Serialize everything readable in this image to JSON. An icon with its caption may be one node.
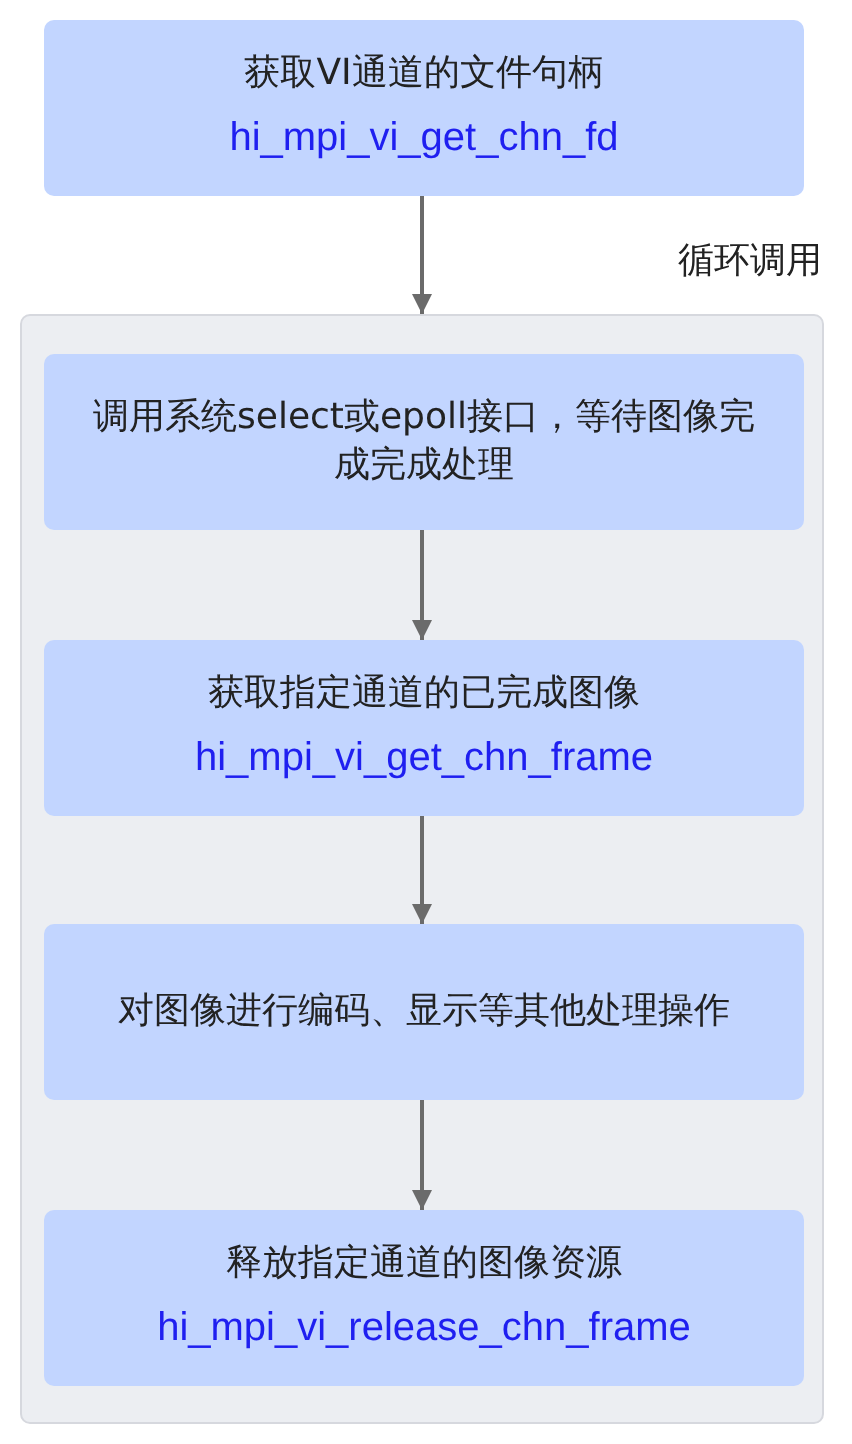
{
  "diagram": {
    "nodes": [
      {
        "text": [
          "获取VI通道的文件句柄",
          "hi_mpi_vi_get_chn_fd"
        ]
      },
      {
        "text": [
          "循环调用"
        ]
      },
      {
        "text": [
          "调用系统select或epoll接口，等待图像完成完成处理"
        ],
        "in": 1
      },
      {
        "text": [
          "获取指定通道的已完成图像",
          "hi_mpi_vi_get_chn_frame"
        ],
        "in": 1
      },
      {
        "text": [
          "对图像进行编码、显示等其他处理操作"
        ],
        "in": 1
      },
      {
        "text": [
          "释放指定通道的图像资源",
          "hi_mpi_vi_release_chn_frame"
        ],
        "in": 1
      }
    ],
    "edges": [
      {
        "from": 0,
        "to": 1,
        "arrow": "to"
      },
      {
        "from": 2,
        "to": 3,
        "arrow": "to"
      },
      {
        "from": 3,
        "to": 4,
        "arrow": "to"
      },
      {
        "from": 4,
        "to": 5,
        "arrow": "to"
      }
    ]
  }
}
